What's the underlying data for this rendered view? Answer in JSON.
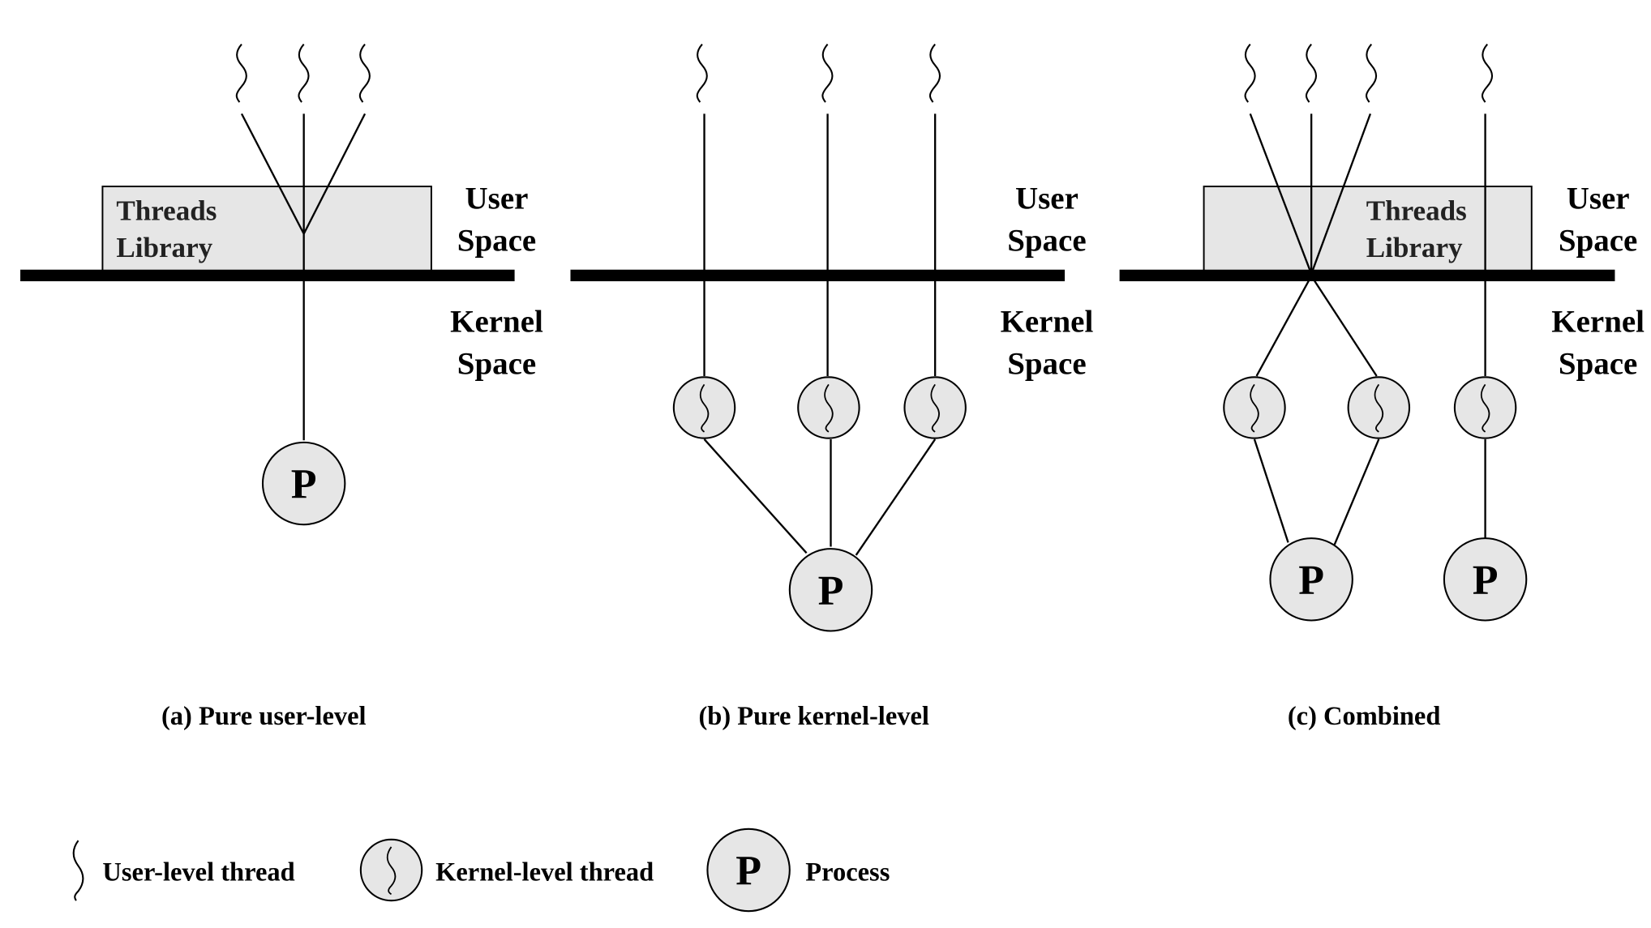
{
  "labels": {
    "user_space_line1": "User",
    "user_space_line2": "Space",
    "kernel_space_line1": "Kernel",
    "kernel_space_line2": "Space",
    "threads_library_line1": "Threads",
    "threads_library_line2": "Library",
    "process_letter": "P"
  },
  "panels": [
    {
      "id": "a",
      "caption": "(a) Pure user-level"
    },
    {
      "id": "b",
      "caption": "(b) Pure kernel-level"
    },
    {
      "id": "c",
      "caption": "(c) Combined"
    }
  ],
  "legend": {
    "user_thread": "User-level thread",
    "kernel_thread": "Kernel-level thread",
    "process": "Process"
  },
  "colors": {
    "fill": "#e6e6e6",
    "stroke": "#000000"
  }
}
